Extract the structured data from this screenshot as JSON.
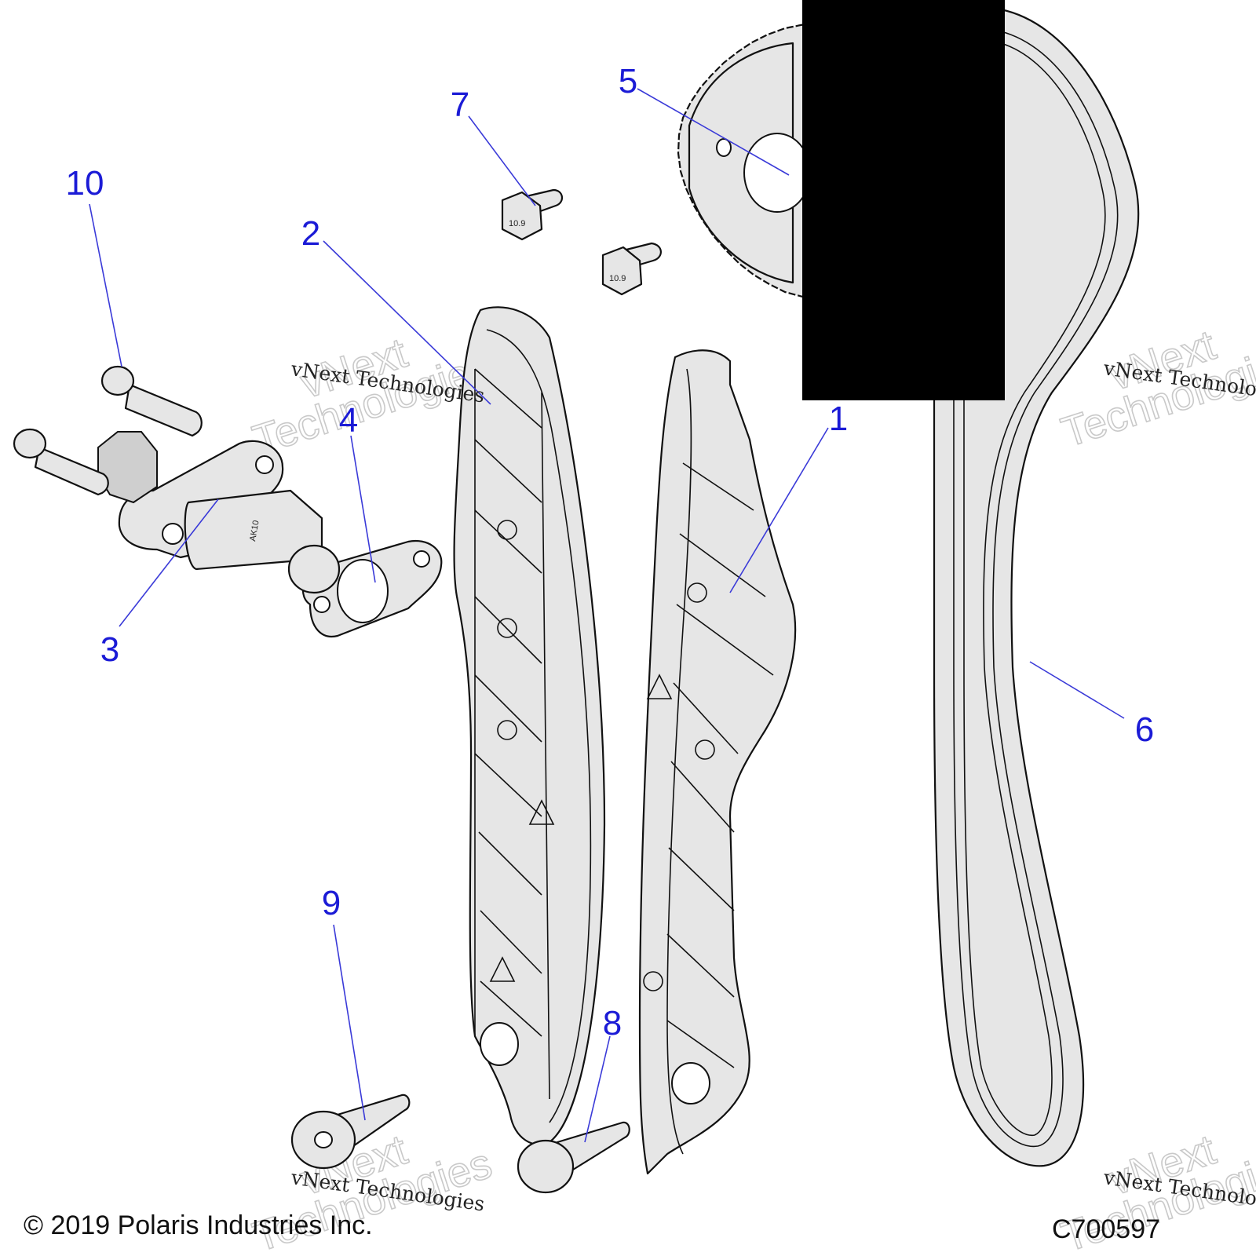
{
  "callouts": [
    "1",
    "2",
    "3",
    "4",
    "5",
    "6",
    "7",
    "8",
    "9",
    "10"
  ],
  "part_markings": {
    "tensioner": "AK10",
    "bolt_head": "10.9"
  },
  "watermark": {
    "line": "vNext Technologies",
    "brand_word": "vNext",
    "tech_word": "Technologies"
  },
  "footer": {
    "copyright": "© 2019 Polaris Industries Inc.",
    "figure_code": "C700597"
  },
  "colors": {
    "callout": "#1b1bd6",
    "leader": "#3a3ad8",
    "redaction": "#000000"
  }
}
